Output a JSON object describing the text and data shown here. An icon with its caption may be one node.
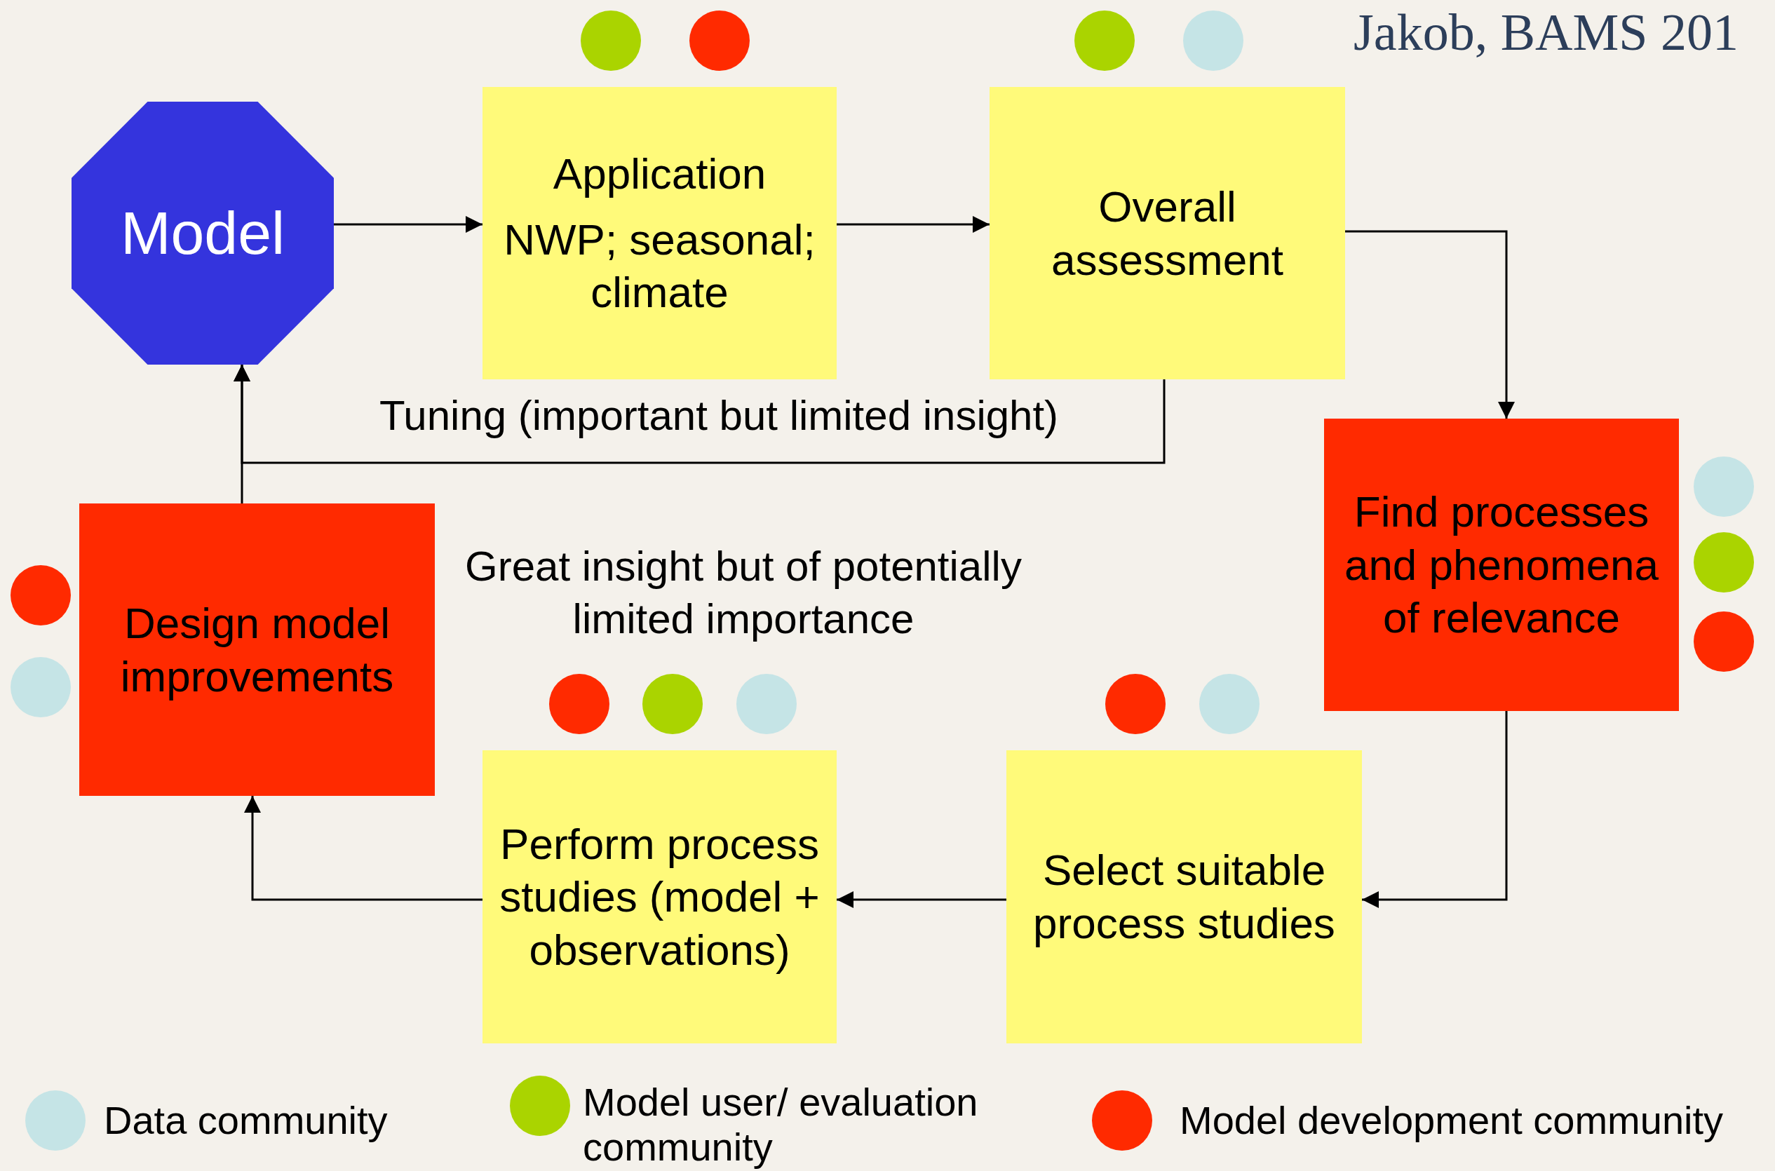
{
  "diagram": {
    "nodes": [
      {
        "text": [
          "Model"
        ]
      },
      {
        "text": [
          "Application",
          "NWP; seasonal; climate"
        ]
      },
      {
        "text": [
          "Overall assessment"
        ]
      },
      {
        "text": [
          "Find processes and phenomena of relevance"
        ]
      },
      {
        "text": [
          "Design model improvements"
        ]
      },
      {
        "text": [
          "Perform process studies (model + observations)"
        ]
      },
      {
        "text": [
          "Select suitable process studies"
        ]
      }
    ],
    "edges": [
      {
        "from": 0,
        "to": 1,
        "arrow": "to"
      },
      {
        "from": 1,
        "to": 2,
        "arrow": "to"
      },
      {
        "from": 2,
        "to": 3,
        "arrow": "to"
      },
      {
        "from": 3,
        "to": 6,
        "arrow": "to"
      },
      {
        "from": 6,
        "to": 5,
        "arrow": "to"
      },
      {
        "from": 5,
        "to": 4,
        "arrow": "to"
      },
      {
        "from": 4,
        "to": 0,
        "arrow": "to"
      },
      {
        "from": 2,
        "to": 0,
        "arrow": "to",
        "label": "Tuning (important but limited insight)"
      }
    ],
    "labels": [
      "Jakob, BAMS 201",
      "Great insight but of potentially limited importance"
    ],
    "legend": [
      {
        "text": "Data community",
        "color": "#c5e4e6"
      },
      {
        "text": "Model user/ evaluation community",
        "color": "#aad400"
      },
      {
        "text": "Model development community",
        "color": "#ff2a00"
      }
    ]
  }
}
